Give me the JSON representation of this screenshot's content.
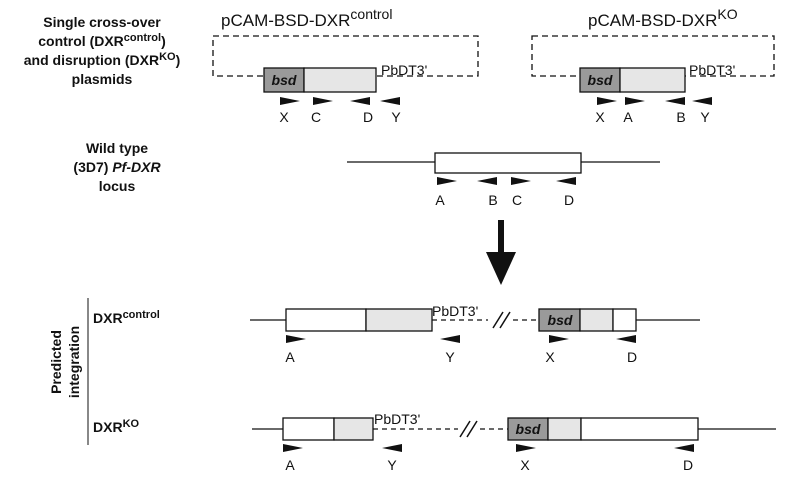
{
  "plasmids": {
    "label_lines": [
      "Single cross-over",
      "control (DXR",
      "control",
      ")",
      "and disruption (DXR",
      "KO",
      ")",
      "plasmids"
    ],
    "control": {
      "title_base": "pCAM-BSD-DXR",
      "title_sup": "control",
      "bsd": "bsd",
      "terminator": "PbDT3'",
      "primers": [
        "X",
        "C",
        "D",
        "Y"
      ]
    },
    "ko": {
      "title_base": "pCAM-BSD-DXR",
      "title_sup": "KO",
      "bsd": "bsd",
      "terminator": "PbDT3'",
      "primers": [
        "X",
        "A",
        "B",
        "Y"
      ]
    }
  },
  "wildtype": {
    "label_line1": "Wild type",
    "label_line2_a": "(3D7) ",
    "label_line2_b": "Pf-DXR",
    "label_line3": "locus",
    "primers": [
      "A",
      "B",
      "C",
      "D"
    ]
  },
  "predicted": {
    "side_label_line1": "Predicted",
    "side_label_line2": "integration",
    "control": {
      "label_base": "DXR",
      "label_sup": "control",
      "terminator": "PbDT3'",
      "bsd": "bsd",
      "primers": [
        "A",
        "Y",
        "X",
        "D"
      ]
    },
    "ko": {
      "label_base": "DXR",
      "label_sup": "KO",
      "terminator": "PbDT3'",
      "bsd": "bsd",
      "primers": [
        "A",
        "Y",
        "X",
        "D"
      ]
    }
  },
  "colors": {
    "line": "#111111",
    "bsd_fill": "#9a9a9a",
    "gray_fill": "#e6e6e6",
    "white_fill": "#ffffff"
  },
  "icons": {
    "primer_forward": "arrow-right-icon",
    "primer_reverse": "arrow-left-icon",
    "integration": "arrow-down-icon",
    "break": "double-slash-icon"
  }
}
